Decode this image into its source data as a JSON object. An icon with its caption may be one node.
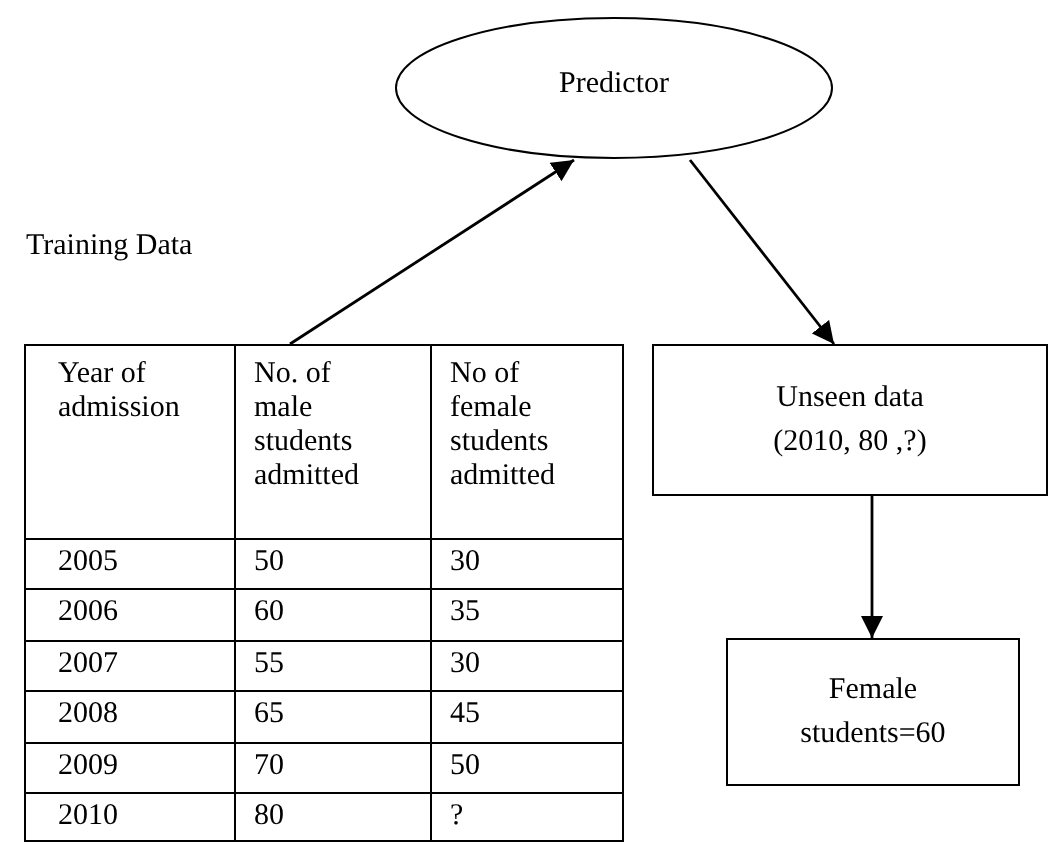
{
  "diagram": {
    "nodes": [
      {
        "text": [
          "Predictor"
        ]
      },
      {
        "text": [
          "Training Data"
        ]
      },
      {
        "text": [
          "Unseen data (2010, 80 ,?)"
        ]
      },
      {
        "text": [
          "Female students=60"
        ]
      }
    ],
    "edges": [
      {
        "from": 1,
        "to": 0,
        "arrow": "to"
      },
      {
        "from": 0,
        "to": 2,
        "arrow": "to"
      },
      {
        "from": 2,
        "to": 3,
        "arrow": "to"
      }
    ],
    "labels": [
      "Year of admission",
      "No. of male students admitted",
      "No of female students admitted",
      "2005",
      "50",
      "30",
      "2006",
      "60",
      "35",
      "2007",
      "55",
      "30",
      "2008",
      "65",
      "45",
      "2009",
      "70",
      "50",
      "2010",
      "80",
      "?"
    ]
  }
}
